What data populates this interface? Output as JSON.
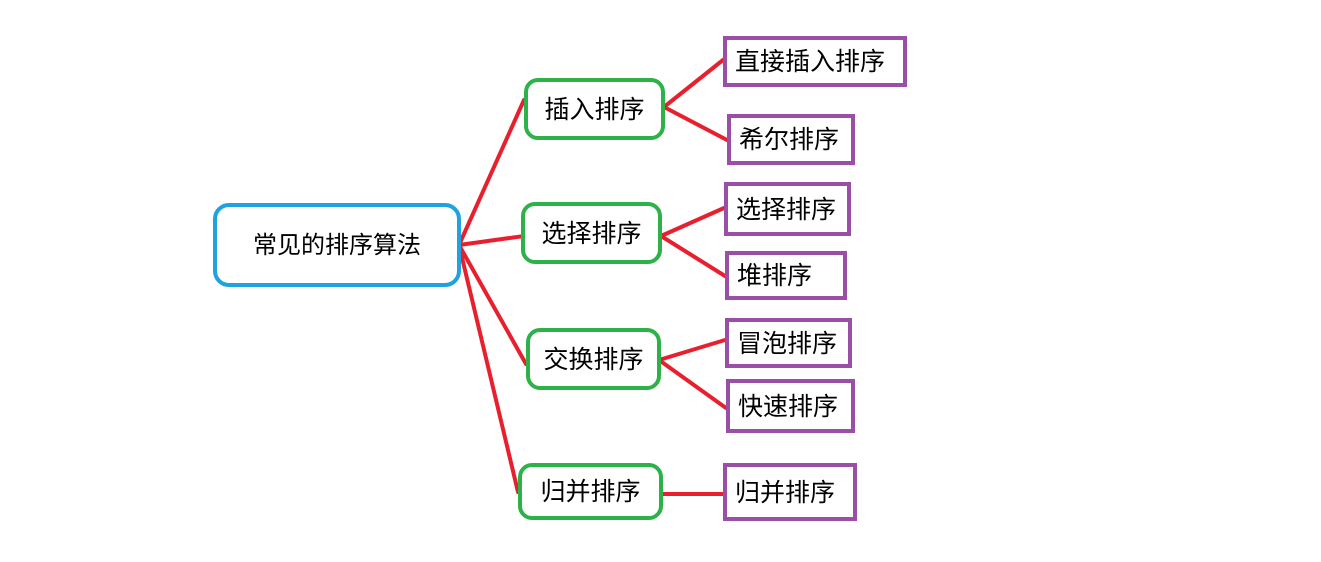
{
  "diagram": {
    "root": {
      "label": "常见的排序算法"
    },
    "categories": [
      {
        "label": "插入排序",
        "children": [
          "直接插入排序",
          "希尔排序"
        ]
      },
      {
        "label": "选择排序",
        "children": [
          "选择排序",
          "堆排序"
        ]
      },
      {
        "label": "交换排序",
        "children": [
          "冒泡排序",
          "快速排序"
        ]
      },
      {
        "label": "归并排序",
        "children": [
          "归并排序"
        ]
      }
    ],
    "colors": {
      "root_border": "#1fa2de",
      "category_border": "#2db24a",
      "leaf_border": "#9a4fa6",
      "connector": "#e8202e"
    }
  }
}
